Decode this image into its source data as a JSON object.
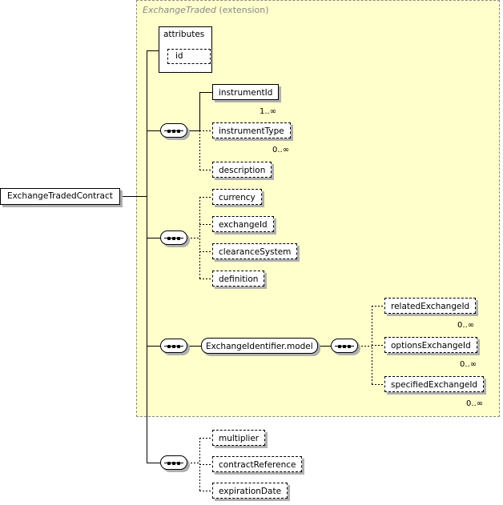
{
  "extension": {
    "base": "ExchangeTraded",
    "label": "(extension)"
  },
  "root": {
    "name": "ExchangeTradedContract"
  },
  "attributes": {
    "label": "attributes",
    "items": [
      "id"
    ]
  },
  "sequence1": {
    "elements": [
      {
        "name": "instrumentId",
        "cardinality": "1..∞"
      },
      {
        "name": "instrumentType",
        "cardinality": "0..∞"
      },
      {
        "name": "description",
        "cardinality": ""
      }
    ]
  },
  "sequence2": {
    "elements": [
      {
        "name": "currency"
      },
      {
        "name": "exchangeId"
      },
      {
        "name": "clearanceSystem"
      },
      {
        "name": "definition"
      }
    ]
  },
  "sequence3": {
    "group": "ExchangeIdentifier.model",
    "elements": [
      {
        "name": "relatedExchangeId",
        "cardinality": "0..∞"
      },
      {
        "name": "optionsExchangeId",
        "cardinality": "0..∞"
      },
      {
        "name": "specifiedExchangeId",
        "cardinality": "0..∞"
      }
    ]
  },
  "sequence4": {
    "elements": [
      {
        "name": "multiplier"
      },
      {
        "name": "contractReference"
      },
      {
        "name": "expirationDate"
      }
    ]
  }
}
